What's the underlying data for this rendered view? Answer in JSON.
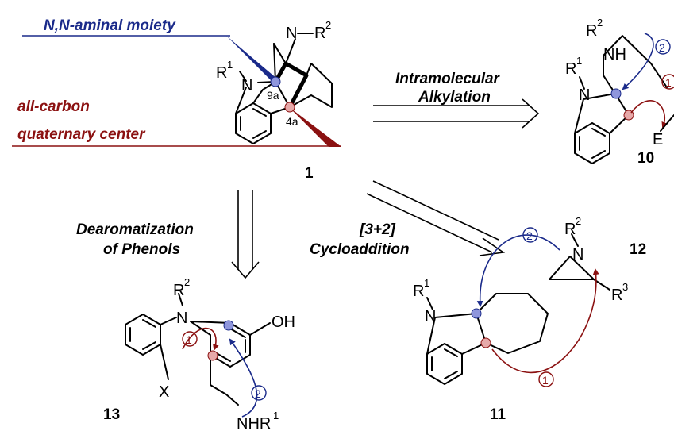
{
  "labels": {
    "aminal": "N,N-aminal moiety",
    "allcarbon1": "all-carbon",
    "allcarbon2": "quaternary center",
    "intra1": "Intramolecular",
    "intra2": "Alkylation",
    "dearom1": "Dearomatization",
    "dearom2": "of  Phenols",
    "cyclo1": "[3+2]",
    "cyclo2": "Cycloaddition"
  },
  "compounds": {
    "c1": "1",
    "c10": "10",
    "c11": "11",
    "c12": "12",
    "c13": "13"
  },
  "atoms": {
    "n": "N",
    "nh": "NH",
    "nhr1": "NHR",
    "r": "R",
    "sup1": "1",
    "sup2": "2",
    "sup3": "3",
    "pos9a": "9a",
    "pos4a": "4a",
    "e": "E",
    "x": "X",
    "oh": "OH"
  },
  "steps": {
    "one": "1",
    "two": "2"
  },
  "colors": {
    "blue": "#1a2a8a",
    "red": "#8b1111",
    "blue_dot": "#8f96dc",
    "red_dot": "#e6a9a9"
  }
}
